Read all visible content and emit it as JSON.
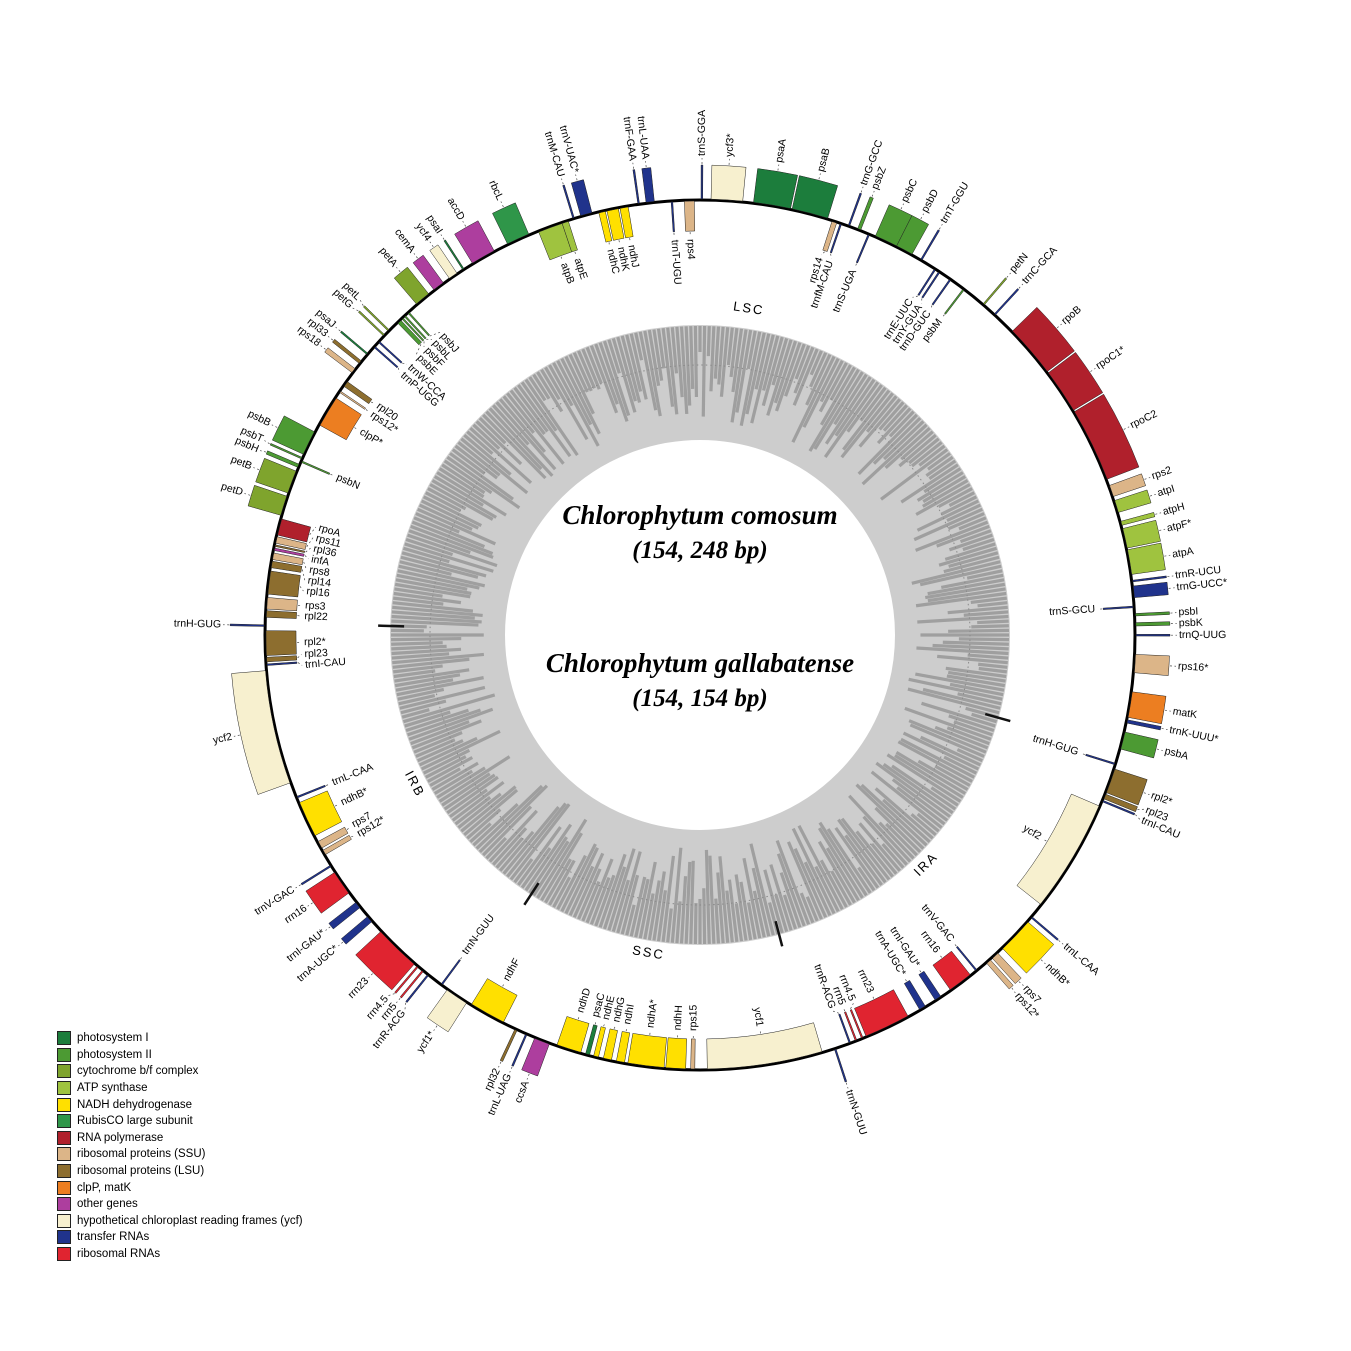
{
  "titles": {
    "species1": "Chlorophytum comosum",
    "size1": "(154, 248 bp)",
    "species2": "Chlorophytum gallabatense",
    "size2": "(154, 154 bp)"
  },
  "map": {
    "start_angle_deg": 105.5,
    "total_units": 164,
    "boundaries_units": [
      88.3,
      115,
      136.8,
      164
    ]
  },
  "regions": [
    {
      "label": "LSC",
      "center_deg": 8.5
    },
    {
      "label": "IRA",
      "center_deg": 135.4
    },
    {
      "label": "SSC",
      "center_deg": 189.2
    },
    {
      "label": "IRB",
      "center_deg": 242.4
    }
  ],
  "categories": {
    "ps1": {
      "label": "photosystem I",
      "color": "#1c7d3c"
    },
    "ps2": {
      "label": "photosystem II",
      "color": "#4c9a33"
    },
    "cytb6f": {
      "label": "cytochrome b/f complex",
      "color": "#7fa42d"
    },
    "atp": {
      "label": "ATP synthase",
      "color": "#9fc33f"
    },
    "nadh": {
      "label": "NADH dehydrogenase",
      "color": "#ffe000"
    },
    "rubisco": {
      "label": "RubisCO large subunit",
      "color": "#2f9649"
    },
    "rnapol": {
      "label": "RNA polymerase",
      "color": "#b0202c"
    },
    "rps": {
      "label": "ribosomal proteins (SSU)",
      "color": "#dcb588"
    },
    "rpl": {
      "label": "ribosomal proteins (LSU)",
      "color": "#8d6e2f"
    },
    "clpmatk": {
      "label": "clpP, matK",
      "color": "#ec7e21"
    },
    "other": {
      "label": "other genes",
      "color": "#ad3e9e"
    },
    "ycf": {
      "label": "hypothetical chloroplast reading frames (ycf)",
      "color": "#f7f0cf"
    },
    "trna": {
      "label": "transfer RNAs",
      "color": "#20338c"
    },
    "rrna": {
      "label": "ribosomal RNAs",
      "color": "#e02430"
    }
  },
  "legend_order": [
    "ps1",
    "ps2",
    "cytb6f",
    "atp",
    "nadh",
    "rubisco",
    "rnapol",
    "rps",
    "rpl",
    "clpmatk",
    "other",
    "ycf",
    "trna",
    "rrna"
  ],
  "genes": [
    {
      "n": "psbA",
      "c": "ps2",
      "s": "O",
      "a": 0.15,
      "b": 1.2
    },
    {
      "n": "trnK-UUU*",
      "c": "trna",
      "s": "O",
      "a": 1.75,
      "b": 1.95
    },
    {
      "n": "matK",
      "c": "clpmatk",
      "s": "O",
      "a": 2.1,
      "b": 3.65
    },
    {
      "n": "rps16*",
      "c": "rps",
      "s": "O",
      "a": 4.8,
      "b": 5.9
    },
    {
      "n": "trnQ-UUG",
      "c": "trna",
      "s": "O",
      "a": 7.0,
      "b": 7.1
    },
    {
      "n": "psbK",
      "c": "ps2",
      "s": "O",
      "a": 7.6,
      "b": 7.8
    },
    {
      "n": "psbI",
      "c": "ps2",
      "s": "O",
      "a": 8.2,
      "b": 8.35
    },
    {
      "n": "trnS-GCU",
      "c": "trna",
      "s": "I",
      "a": 8.7,
      "b": 8.8
    },
    {
      "n": "trnG-UCC*",
      "c": "trna",
      "s": "O",
      "a": 9.3,
      "b": 10.0
    },
    {
      "n": "trnR-UCU",
      "c": "trna",
      "s": "O",
      "a": 10.25,
      "b": 10.35
    },
    {
      "n": "atpA",
      "c": "atp",
      "s": "O",
      "a": 10.7,
      "b": 12.2
    },
    {
      "n": "atpF*",
      "c": "atp",
      "s": "O",
      "a": 12.3,
      "b": 13.5
    },
    {
      "n": "atpH",
      "c": "atp",
      "s": "O",
      "a": 13.7,
      "b": 13.95
    },
    {
      "n": "atpI",
      "c": "atp",
      "s": "O",
      "a": 14.5,
      "b": 15.25
    },
    {
      "n": "rps2",
      "c": "rps",
      "s": "O",
      "a": 15.5,
      "b": 16.2
    },
    {
      "n": "rpoC2",
      "c": "rnapol",
      "s": "O",
      "a": 16.6,
      "b": 21.1
    },
    {
      "n": "rpoC1*",
      "c": "rnapol",
      "s": "O",
      "a": 21.2,
      "b": 23.9
    },
    {
      "n": "rpoB",
      "c": "rnapol",
      "s": "O",
      "a": 24.0,
      "b": 27.2
    },
    {
      "n": "trnC-GCA",
      "c": "trna",
      "s": "O",
      "a": 28.6,
      "b": 28.7
    },
    {
      "n": "petN",
      "c": "cytb6f",
      "s": "O",
      "a": 29.5,
      "b": 29.6
    },
    {
      "n": "psbM",
      "c": "ps2",
      "s": "I",
      "a": 31.0,
      "b": 31.1
    },
    {
      "n": "trnD-GUC",
      "c": "trna",
      "s": "I",
      "a": 32.0,
      "b": 32.1
    },
    {
      "n": "trnY-GUA",
      "c": "trna",
      "s": "I",
      "a": 32.8,
      "b": 32.9
    },
    {
      "n": "trnE-UUC",
      "c": "trna",
      "s": "I",
      "a": 33.1,
      "b": 33.2
    },
    {
      "n": "trnT-GGU",
      "c": "trna",
      "s": "O",
      "a": 34.1,
      "b": 34.2
    },
    {
      "n": "psbD",
      "c": "ps2",
      "s": "O",
      "a": 34.8,
      "b": 35.85
    },
    {
      "n": "psbC",
      "c": "ps2",
      "s": "O",
      "a": 35.85,
      "b": 37.25
    },
    {
      "n": "trnS-UGA",
      "c": "trna",
      "s": "I",
      "a": 37.6,
      "b": 37.7
    },
    {
      "n": "psbZ",
      "c": "ps2",
      "s": "O",
      "a": 38.2,
      "b": 38.4
    },
    {
      "n": "trnG-GCC",
      "c": "trna",
      "s": "O",
      "a": 38.9,
      "b": 39.0
    },
    {
      "n": "trnfM-CAU",
      "c": "trna",
      "s": "I",
      "a": 39.4,
      "b": 39.5
    },
    {
      "n": "rps14",
      "c": "rps",
      "s": "I",
      "a": 39.7,
      "b": 40.0
    },
    {
      "n": "psaB",
      "c": "ps1",
      "s": "O",
      "a": 40.3,
      "b": 42.5
    },
    {
      "n": "psaA",
      "c": "ps1",
      "s": "O",
      "a": 42.6,
      "b": 44.85
    },
    {
      "n": "ycf3*",
      "c": "ycf",
      "s": "O",
      "a": 45.5,
      "b": 47.4
    },
    {
      "n": "trnS-GGA",
      "c": "trna",
      "s": "O",
      "a": 47.9,
      "b": 48.0
    },
    {
      "n": "rps4",
      "c": "rps",
      "s": "I",
      "a": 48.4,
      "b": 49.0
    },
    {
      "n": "trnT-UGU",
      "c": "trna",
      "s": "I",
      "a": 49.7,
      "b": 49.8
    },
    {
      "n": "trnL-UAA",
      "c": "trna",
      "s": "O",
      "a": 50.8,
      "b": 51.3
    },
    {
      "n": "trnF-GAA",
      "c": "trna",
      "s": "O",
      "a": 51.7,
      "b": 51.8
    },
    {
      "n": "ndhJ",
      "c": "nadh",
      "s": "I",
      "a": 52.4,
      "b": 52.9
    },
    {
      "n": "ndhK",
      "c": "nadh",
      "s": "I",
      "a": 53.0,
      "b": 53.7
    },
    {
      "n": "ndhC",
      "c": "nadh",
      "s": "I",
      "a": 53.8,
      "b": 54.2
    },
    {
      "n": "trnV-UAC*",
      "c": "trna",
      "s": "O",
      "a": 54.6,
      "b": 55.3
    },
    {
      "n": "trnM-CAU",
      "c": "trna",
      "s": "O",
      "a": 55.7,
      "b": 55.8
    },
    {
      "n": "at​pE",
      "c": "atp",
      "s": "I",
      "a": 56.1,
      "b": 56.5
    },
    {
      "n": "atpB",
      "c": "atp",
      "s": "I",
      "a": 56.5,
      "b": 58.0
    },
    {
      "n": "rbcL",
      "c": "rubisco",
      "s": "O",
      "a": 58.6,
      "b": 60.0
    },
    {
      "n": "accD",
      "c": "other",
      "s": "O",
      "a": 60.9,
      "b": 62.4
    },
    {
      "n": "psaI",
      "c": "ps1",
      "s": "O",
      "a": 63.0,
      "b": 63.1
    },
    {
      "n": "ycf4",
      "c": "ycf",
      "s": "O",
      "a": 63.5,
      "b": 64.05
    },
    {
      "n": "cemA",
      "c": "other",
      "s": "O",
      "a": 64.5,
      "b": 65.2
    },
    {
      "n": "petA",
      "c": "cytb6f",
      "s": "O",
      "a": 65.6,
      "b": 66.55
    },
    {
      "n": "psbJ",
      "c": "ps2",
      "s": "I",
      "a": 67.2,
      "b": 67.3
    },
    {
      "n": "psbL",
      "c": "ps2",
      "s": "I",
      "a": 67.5,
      "b": 67.6
    },
    {
      "n": "psbF",
      "c": "ps2",
      "s": "I",
      "a": 67.7,
      "b": 67.8
    },
    {
      "n": "psbE",
      "c": "ps2",
      "s": "I",
      "a": 67.9,
      "b": 68.15
    },
    {
      "n": "petL",
      "c": "cytb6f",
      "s": "O",
      "a": 68.8,
      "b": 68.9
    },
    {
      "n": "petG",
      "c": "cytb6f",
      "s": "O",
      "a": 69.2,
      "b": 69.3
    },
    {
      "n": "trnW-CCA",
      "c": "trna",
      "s": "I",
      "a": 69.7,
      "b": 69.8
    },
    {
      "n": "trnP-UGG",
      "c": "trna",
      "s": "I",
      "a": 70.1,
      "b": 70.2
    },
    {
      "n": "psaJ",
      "c": "ps1",
      "s": "O",
      "a": 70.7,
      "b": 70.8
    },
    {
      "n": "rpl33",
      "c": "rpl",
      "s": "O",
      "a": 71.3,
      "b": 71.5
    },
    {
      "n": "rps18",
      "c": "rps",
      "s": "O",
      "a": 71.9,
      "b": 72.2
    },
    {
      "n": "rpl20",
      "c": "rpl",
      "s": "I",
      "a": 72.8,
      "b": 73.15
    },
    {
      "n": "rps12*",
      "c": "rps",
      "s": "I",
      "a": 73.5,
      "b": 73.6
    },
    {
      "n": "clpP*",
      "c": "clpmatk",
      "s": "I",
      "a": 74.0,
      "b": 75.9
    },
    {
      "n": "psbB",
      "c": "ps2",
      "s": "O",
      "a": 76.4,
      "b": 77.9
    },
    {
      "n": "psbT",
      "c": "ps2",
      "s": "O",
      "a": 78.1,
      "b": 78.2
    },
    {
      "n": "psbN",
      "c": "ps2",
      "s": "I",
      "a": 78.3,
      "b": 78.4
    },
    {
      "n": "psbH",
      "c": "ps2",
      "s": "O",
      "a": 78.55,
      "b": 78.75
    },
    {
      "n": "petB",
      "c": "cytb6f",
      "s": "O",
      "a": 79.0,
      "b": 80.4
    },
    {
      "n": "petD",
      "c": "cytb6f",
      "s": "O",
      "a": 80.6,
      "b": 81.8
    },
    {
      "n": "rpoA",
      "c": "rnapol",
      "s": "I",
      "a": 82.0,
      "b": 83.0
    },
    {
      "n": "rps11",
      "c": "rps",
      "s": "I",
      "a": 83.1,
      "b": 83.5
    },
    {
      "n": "rpl36",
      "c": "rpl",
      "s": "I",
      "a": 83.6,
      "b": 83.7
    },
    {
      "n": "infA",
      "c": "other",
      "s": "I",
      "a": 83.8,
      "b": 83.95
    },
    {
      "n": "rps8",
      "c": "rps",
      "s": "I",
      "a": 84.1,
      "b": 84.5
    },
    {
      "n": "rpl14",
      "c": "rpl",
      "s": "I",
      "a": 84.6,
      "b": 85.0
    },
    {
      "n": "rpl16",
      "c": "rpl",
      "s": "I",
      "a": 85.2,
      "b": 86.6
    },
    {
      "n": "rps3",
      "c": "rps",
      "s": "I",
      "a": 86.8,
      "b": 87.5
    },
    {
      "n": "rpl22",
      "c": "rpl",
      "s": "I",
      "a": 87.6,
      "b": 88.0
    },
    {
      "n": "trnH-GUG",
      "c": "trna",
      "s": "O",
      "a": 88.45,
      "b": 88.55
    },
    {
      "n": "rpl2*",
      "c": "rpl",
      "s": "I",
      "a": 88.8,
      "b": 90.3
    },
    {
      "n": "rpl23",
      "c": "rpl",
      "s": "I",
      "a": 90.4,
      "b": 90.68
    },
    {
      "n": "trnI-CAU",
      "c": "trna",
      "s": "I",
      "a": 90.8,
      "b": 90.9
    },
    {
      "n": "ycf2",
      "c": "ycf",
      "s": "O",
      "a": 91.2,
      "b": 98.1
    },
    {
      "n": "trnL-CAA",
      "c": "trna",
      "s": "I",
      "a": 99.0,
      "b": 99.1
    },
    {
      "n": "ndhB*",
      "c": "nadh",
      "s": "I",
      "a": 99.4,
      "b": 101.6
    },
    {
      "n": "rps7",
      "c": "rps",
      "s": "I",
      "a": 102.0,
      "b": 102.45
    },
    {
      "n": "rps12*",
      "c": "rps",
      "s": "I",
      "a": 102.6,
      "b": 102.9
    },
    {
      "n": "trnV-GAC",
      "c": "trna",
      "s": "O",
      "a": 103.6,
      "b": 103.7
    },
    {
      "n": "rrn16",
      "c": "rrna",
      "s": "O",
      "a": 104.1,
      "b": 105.6
    },
    {
      "n": "trnI-GAU*",
      "c": "trna",
      "s": "O",
      "a": 106.3,
      "b": 106.7
    },
    {
      "n": "trnA-UGC*",
      "c": "trna",
      "s": "O",
      "a": 107.4,
      "b": 107.8
    },
    {
      "n": "rrn23",
      "c": "rrna",
      "s": "O",
      "a": 108.6,
      "b": 111.4
    },
    {
      "n": "rrn4.5",
      "c": "rrna",
      "s": "O",
      "a": 111.6,
      "b": 111.7
    },
    {
      "n": "rrn5",
      "c": "rrna",
      "s": "O",
      "a": 112.0,
      "b": 112.1
    },
    {
      "n": "trnR-ACG",
      "c": "trna",
      "s": "O",
      "a": 112.4,
      "b": 112.5
    },
    {
      "n": "trnN-GUU",
      "c": "trna",
      "s": "I",
      "a": 113.4,
      "b": 113.5
    },
    {
      "n": "ycf1*",
      "c": "ycf",
      "s": "O",
      "a": 113.9,
      "b": 115.3
    },
    {
      "n": "ndhF",
      "c": "nadh",
      "s": "I",
      "a": 115.6,
      "b": 117.8
    },
    {
      "n": "rpl32",
      "c": "rpl",
      "s": "O",
      "a": 118.6,
      "b": 118.75
    },
    {
      "n": "trnL-UAG",
      "c": "trna",
      "s": "O",
      "a": 119.3,
      "b": 119.4
    },
    {
      "n": "ccsA",
      "c": "other",
      "s": "O",
      "a": 119.9,
      "b": 120.85
    },
    {
      "n": "ndhD",
      "c": "nadh",
      "s": "I",
      "a": 121.3,
      "b": 122.8
    },
    {
      "n": "psaC",
      "c": "ps1",
      "s": "I",
      "a": 123.1,
      "b": 123.35
    },
    {
      "n": "ndhE",
      "c": "nadh",
      "s": "I",
      "a": 123.6,
      "b": 123.9
    },
    {
      "n": "ndhG",
      "c": "nadh",
      "s": "I",
      "a": 124.2,
      "b": 124.7
    },
    {
      "n": "ndhI",
      "c": "nadh",
      "s": "I",
      "a": 125.0,
      "b": 125.5
    },
    {
      "n": "ndhA*",
      "c": "nadh",
      "s": "I",
      "a": 125.7,
      "b": 127.9
    },
    {
      "n": "ndhH",
      "c": "nadh",
      "s": "I",
      "a": 128.0,
      "b": 129.2
    },
    {
      "n": "rps15",
      "c": "rps",
      "s": "I",
      "a": 129.5,
      "b": 129.75
    },
    {
      "n": "ycf1",
      "c": "ycf",
      "s": "I",
      "a": 130.5,
      "b": 137.5
    },
    {
      "n": "trnN-GUU",
      "c": "trna",
      "s": "O",
      "a": 138.25,
      "b": 138.35
    },
    {
      "n": "trnR-ACG",
      "c": "trna",
      "s": "I",
      "a": 139.2,
      "b": 139.3
    },
    {
      "n": "rrn5",
      "c": "rrna",
      "s": "I",
      "a": 139.6,
      "b": 139.7
    },
    {
      "n": "rrn4.5",
      "c": "rrna",
      "s": "I",
      "a": 140.0,
      "b": 140.1
    },
    {
      "n": "rrn23",
      "c": "rrna",
      "s": "I",
      "a": 140.3,
      "b": 143.1
    },
    {
      "n": "trnA-UGC*",
      "c": "trna",
      "s": "I",
      "a": 143.9,
      "b": 144.3
    },
    {
      "n": "trnI-GAU*",
      "c": "trna",
      "s": "I",
      "a": 145.0,
      "b": 145.4
    },
    {
      "n": "rrn16",
      "c": "rrna",
      "s": "I",
      "a": 146.1,
      "b": 147.6
    },
    {
      "n": "trnV-GAC",
      "c": "trna",
      "s": "I",
      "a": 148.0,
      "b": 148.1
    },
    {
      "n": "rps12*",
      "c": "rps",
      "s": "O",
      "a": 148.8,
      "b": 149.1
    },
    {
      "n": "rps7",
      "c": "rps",
      "s": "O",
      "a": 149.25,
      "b": 149.7
    },
    {
      "n": "ndhB*",
      "c": "nadh",
      "s": "O",
      "a": 150.1,
      "b": 152.3
    },
    {
      "n": "trnL-CAA",
      "c": "trna",
      "s": "O",
      "a": 152.6,
      "b": 152.7
    },
    {
      "n": "ycf2",
      "c": "ycf",
      "s": "I",
      "a": 153.6,
      "b": 160.5
    },
    {
      "n": "trnI-CAU",
      "c": "trna",
      "s": "O",
      "a": 160.8,
      "b": 160.9
    },
    {
      "n": "rpl23",
      "c": "rpl",
      "s": "O",
      "a": 161.0,
      "b": 161.3
    },
    {
      "n": "rpl2*",
      "c": "rpl",
      "s": "O",
      "a": 161.4,
      "b": 162.9
    },
    {
      "n": "trnH-GUG",
      "c": "trna",
      "s": "I",
      "a": 163.15,
      "b": 163.25
    }
  ]
}
